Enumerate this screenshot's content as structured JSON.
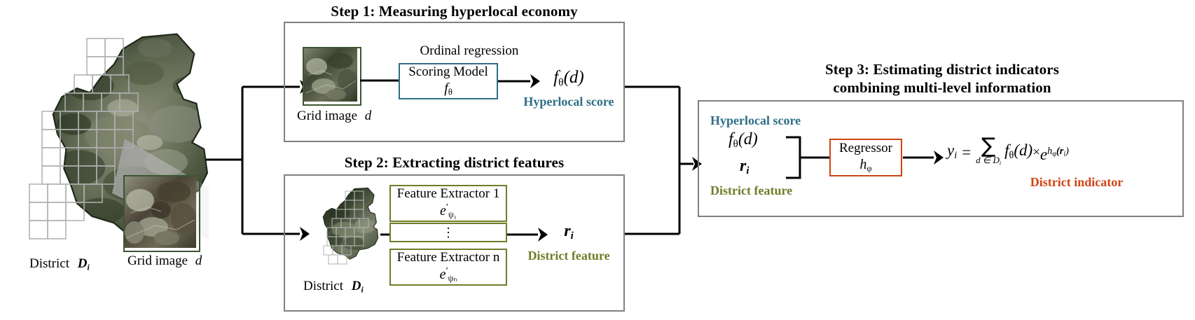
{
  "diagram": {
    "title_step1": "Step 1: Measuring hyperlocal economy",
    "title_step2": "Step 2: Extracting district features",
    "title_step3_line1": "Step 3: Estimating district indicators",
    "title_step3_line2": "combining multi-level information"
  },
  "left": {
    "district_caption": "District",
    "district_symbol": "D",
    "district_subscript": "i",
    "grid_caption": "Grid image",
    "grid_symbol": "d"
  },
  "step1": {
    "grid_caption": "Grid image",
    "grid_symbol": "d",
    "ordinal_label": "Ordinal regression",
    "model_name": "Scoring Model",
    "model_param": "f",
    "model_param_sub": "θ",
    "output_symbol": "f",
    "output_sub": "θ",
    "output_arg": "(d)",
    "output_label": "Hyperlocal score",
    "output_color": "#2e6e86"
  },
  "step2": {
    "district_caption": "District",
    "district_symbol": "D",
    "district_subscript": "i",
    "extractor_first": "Feature Extractor 1",
    "extractor_first_param": "e",
    "extractor_first_sub": "ψ₁",
    "extractor_middle": "⋮",
    "extractor_last": "Feature Extractor n",
    "extractor_last_param": "e",
    "extractor_last_sub": "ψₙ",
    "output_symbol": "r",
    "output_sub": "i",
    "output_label": "District feature",
    "output_color": "#6f7d28"
  },
  "step3": {
    "hyperlocal_label": "Hyperlocal score",
    "hyperlocal_symbol": "f",
    "hyperlocal_sub": "θ",
    "hyperlocal_arg": "(d)",
    "district_feature_symbol": "r",
    "district_feature_sub": "i",
    "district_feature_label": "District feature",
    "regressor_name": "Regressor",
    "regressor_param": "h",
    "regressor_param_sub": "φ",
    "formula_lhs": "y",
    "formula_lhs_sub": "i",
    "formula_eq": "=",
    "formula_sigma": "∑",
    "formula_sigma_sub": "d ∈ D",
    "formula_sigma_sub_i": "i",
    "formula_term1": "f",
    "formula_term1_sub": "θ",
    "formula_term1_arg": "(d)",
    "formula_times": "×",
    "formula_exp_base": "e",
    "formula_exp_sup": "h",
    "formula_exp_sup_sub": "φ",
    "formula_exp_sup_arg": "(r",
    "formula_exp_sup_arg_i": "i",
    "formula_exp_sup_arg_close": ")",
    "output_label": "District indicator",
    "output_color": "#cf4415"
  },
  "colors": {
    "panel_border": "#808080",
    "arrow": "#000000",
    "teal": "#2e6e86",
    "olive": "#6f7d28",
    "orange": "#cf4415"
  }
}
